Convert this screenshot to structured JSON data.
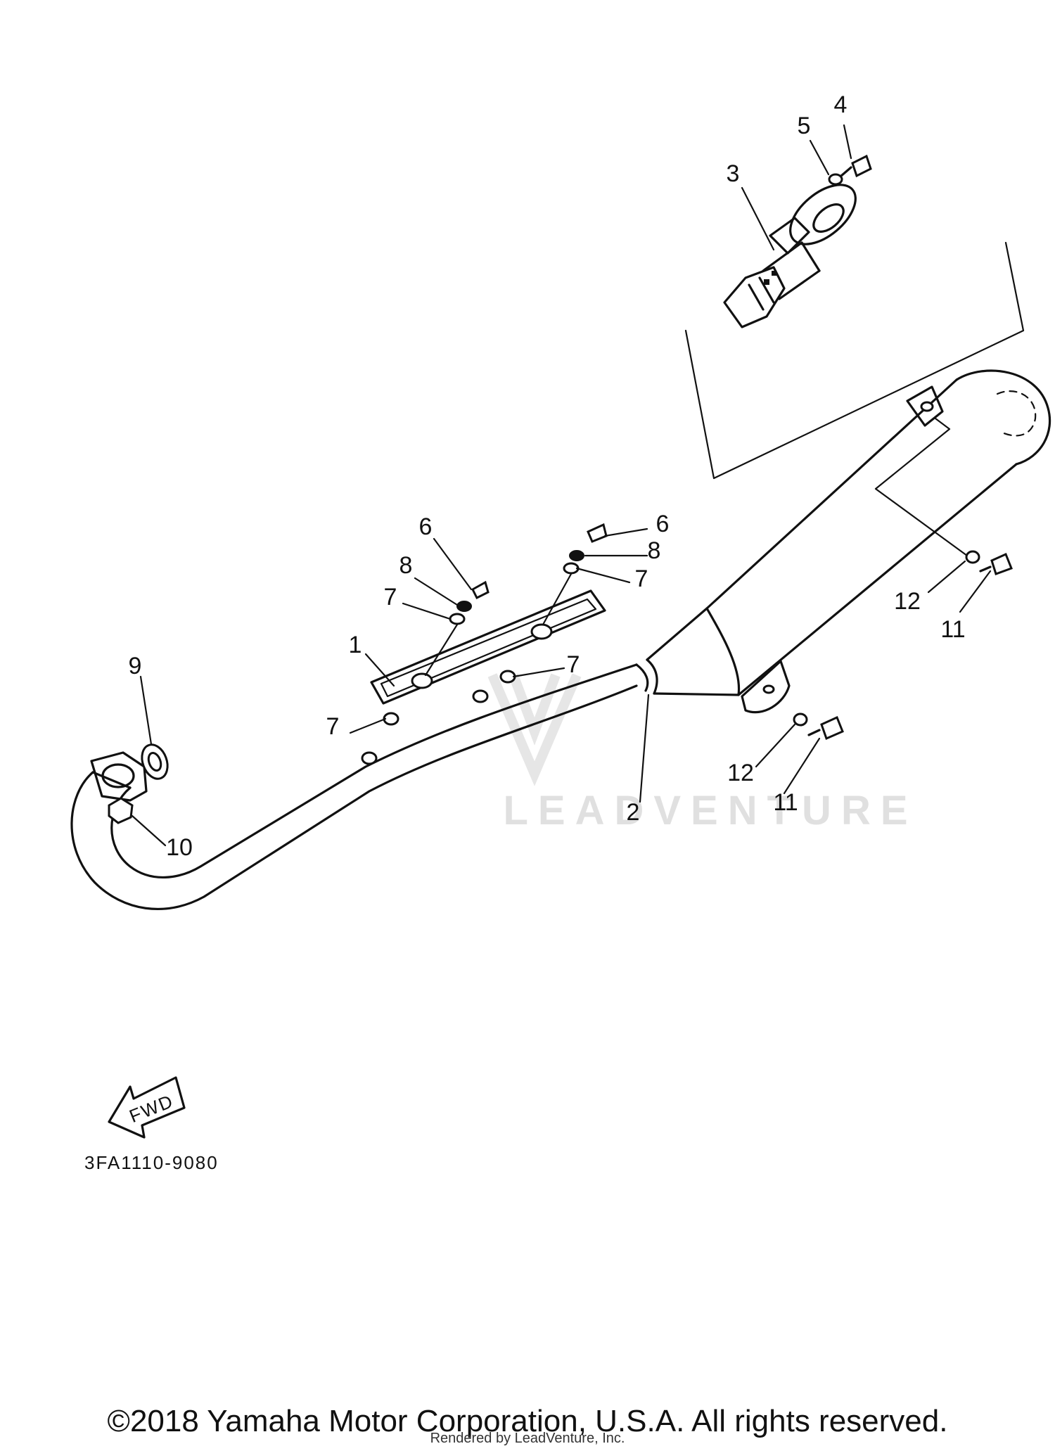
{
  "callouts": {
    "c1": "1",
    "c2": "2",
    "c3": "3",
    "c4": "4",
    "c5": "5",
    "c6a": "6",
    "c6b": "6",
    "c7a": "7",
    "c7b": "7",
    "c7c": "7",
    "c7d": "7",
    "c8a": "8",
    "c8b": "8",
    "c9": "9",
    "c10": "10",
    "c11a": "11",
    "c11b": "11",
    "c12a": "12",
    "c12b": "12"
  },
  "direction_label": "FWD",
  "diagram_code": "3FA1110-9080",
  "watermark": "LEADVENTURE",
  "copyright": "©2018 Yamaha Motor Corporation, U.S.A. All rights reserved.",
  "rendered_by": "Rendered by LeadVenture, Inc."
}
